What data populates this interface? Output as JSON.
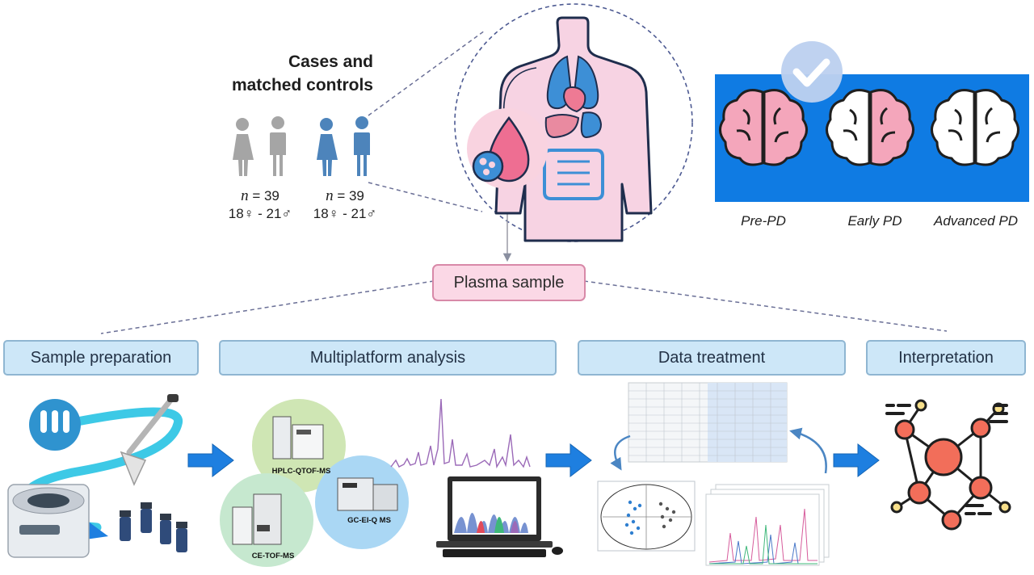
{
  "cohort": {
    "title_line1": "Cases and",
    "title_line2": "matched controls",
    "controls": {
      "n_label": "n",
      "n_value": " = 39",
      "sex_split": "18♀ - 21♂",
      "color": "#a5a5a5"
    },
    "cases": {
      "n_label": "n",
      "n_value": " = 39",
      "sex_split": "18♀ - 21♂",
      "color": "#4d84bb"
    }
  },
  "disease_stages": {
    "panel_color": "#0f7be3",
    "stages": [
      {
        "label": "Pre-PD",
        "selected": true
      },
      {
        "label": "Early PD",
        "selected": false
      },
      {
        "label": "Advanced PD",
        "selected": false
      }
    ]
  },
  "sample": {
    "label": "Plasma sample"
  },
  "workflow": {
    "steps": [
      {
        "label": "Sample preparation"
      },
      {
        "label": "Multiplatform analysis"
      },
      {
        "label": "Data treatment"
      },
      {
        "label": "Interpretation"
      }
    ]
  },
  "platforms": [
    {
      "label": "HPLC-QTOF-MS",
      "color": "#cfe6b4"
    },
    {
      "label": "CE-TOF-MS",
      "color": "#c6e8cf"
    },
    {
      "label": "GC-EI-Q MS",
      "color": "#aad7f4"
    }
  ],
  "colors": {
    "box_fill": "#cde7f8",
    "plasma_fill": "#fbd8e6",
    "arrow_blue": "#1e7fe0",
    "body_pink": "#f7d3e3",
    "organ_blue": "#3d8fd6",
    "network_node": "#f26e5a"
  }
}
